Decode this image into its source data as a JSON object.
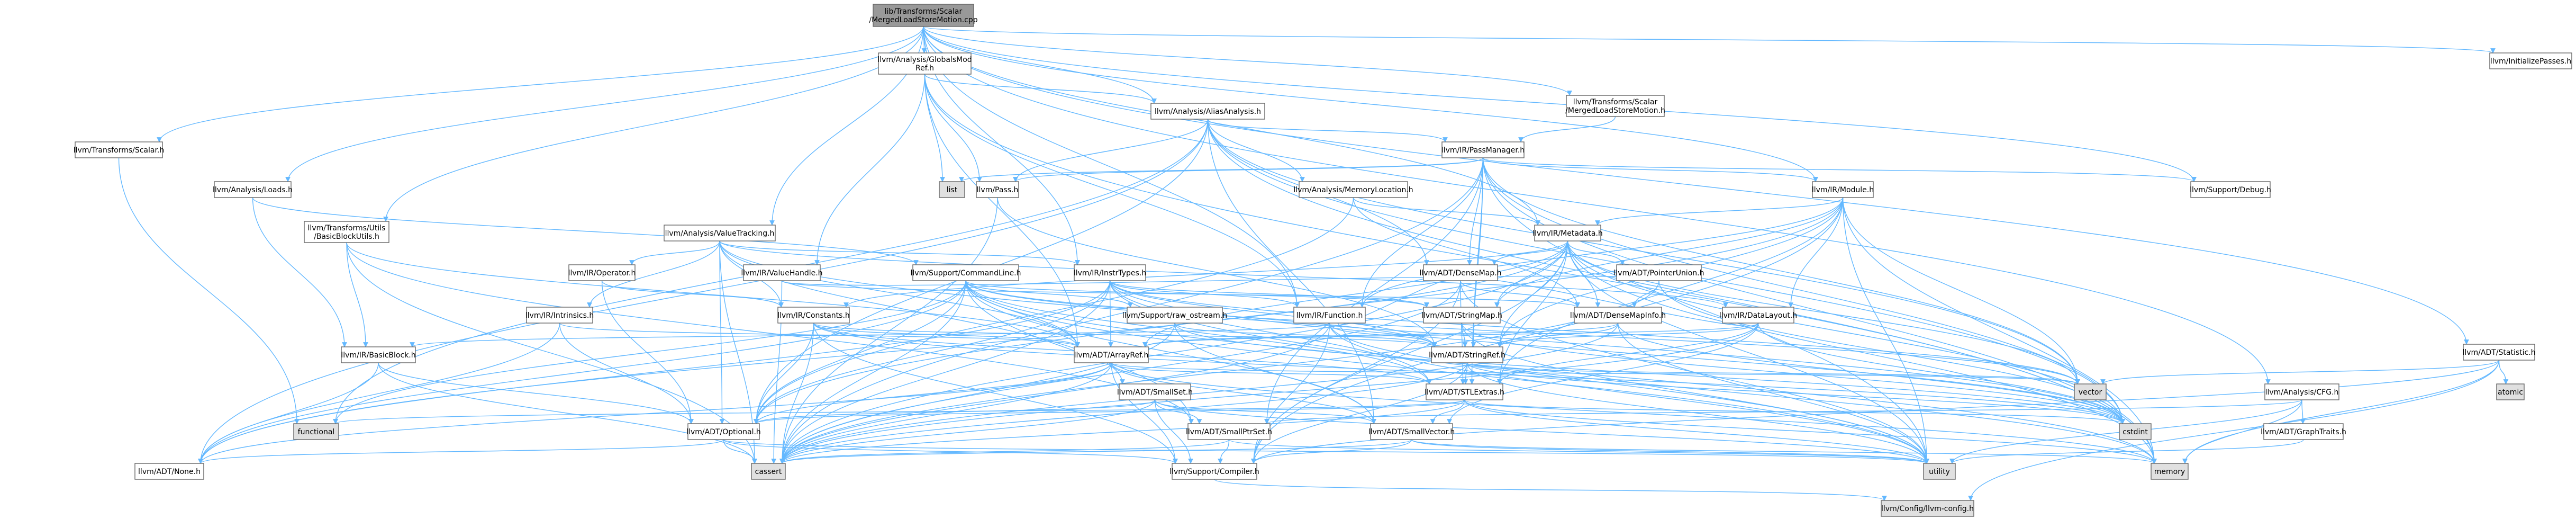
{
  "colors": {
    "edge": "#63b8ff",
    "node_fill": "#ffffff",
    "root_fill": "#999999",
    "external_fill": "#e0e0e0",
    "border": "#666666",
    "text_dark": "#000000",
    "text_red": "#ff0000"
  },
  "nodes": [
    {
      "id": "root",
      "lines": [
        "lib/Transforms/Scalar",
        "/MergedLoadStoreMotion.cpp"
      ],
      "kind": "root"
    },
    {
      "id": "globals_modref",
      "lines": [
        "llvm/Analysis/GlobalsMod",
        "Ref.h"
      ],
      "kind": "normal"
    },
    {
      "id": "initialize_passes",
      "lines": [
        "llvm/InitializePasses.h"
      ],
      "kind": "normal"
    },
    {
      "id": "alias_analysis",
      "lines": [
        "llvm/Analysis/AliasAnalysis.h"
      ],
      "kind": "normal"
    },
    {
      "id": "transforms_scalar_mlsm",
      "lines": [
        "llvm/Transforms/Scalar",
        "/MergedLoadStoreMotion.h"
      ],
      "kind": "normal"
    },
    {
      "id": "transforms_scalar",
      "lines": [
        "llvm/Transforms/Scalar.h"
      ],
      "kind": "red"
    },
    {
      "id": "pass_manager",
      "lines": [
        "llvm/IR/PassManager.h"
      ],
      "kind": "red"
    },
    {
      "id": "support_debug",
      "lines": [
        "llvm/Support/Debug.h"
      ],
      "kind": "normal"
    },
    {
      "id": "list",
      "lines": [
        "list"
      ],
      "kind": "external"
    },
    {
      "id": "pass",
      "lines": [
        "llvm/Pass.h"
      ],
      "kind": "red"
    },
    {
      "id": "memory_location",
      "lines": [
        "llvm/Analysis/MemoryLocation.h"
      ],
      "kind": "red"
    },
    {
      "id": "ir_module",
      "lines": [
        "llvm/IR/Module.h"
      ],
      "kind": "red"
    },
    {
      "id": "analysis_loads",
      "lines": [
        "llvm/Analysis/Loads.h"
      ],
      "kind": "normal"
    },
    {
      "id": "basic_block_utils",
      "lines": [
        "llvm/Transforms/Utils",
        "/BasicBlockUtils.h"
      ],
      "kind": "red"
    },
    {
      "id": "value_tracking",
      "lines": [
        "llvm/Analysis/ValueTracking.h"
      ],
      "kind": "normal"
    },
    {
      "id": "ir_metadata",
      "lines": [
        "llvm/IR/Metadata.h"
      ],
      "kind": "red"
    },
    {
      "id": "adt_statistic",
      "lines": [
        "llvm/ADT/Statistic.h"
      ],
      "kind": "normal"
    },
    {
      "id": "ir_operator",
      "lines": [
        "llvm/IR/Operator.h"
      ],
      "kind": "red"
    },
    {
      "id": "ir_value_handle",
      "lines": [
        "llvm/IR/ValueHandle.h"
      ],
      "kind": "red"
    },
    {
      "id": "command_line",
      "lines": [
        "llvm/Support/CommandLine.h"
      ],
      "kind": "red"
    },
    {
      "id": "ir_inst_types",
      "lines": [
        "llvm/IR/InstrTypes.h"
      ],
      "kind": "red"
    },
    {
      "id": "adt_dense_map",
      "lines": [
        "llvm/ADT/DenseMap.h"
      ],
      "kind": "red"
    },
    {
      "id": "adt_pointer_union",
      "lines": [
        "llvm/ADT/PointerUnion.h"
      ],
      "kind": "red"
    },
    {
      "id": "ir_intrinsics",
      "lines": [
        "llvm/IR/Intrinsics.h"
      ],
      "kind": "red"
    },
    {
      "id": "ir_constants",
      "lines": [
        "llvm/IR/Constants.h"
      ],
      "kind": "red"
    },
    {
      "id": "raw_ostream",
      "lines": [
        "llvm/Support/raw_ostream.h"
      ],
      "kind": "red"
    },
    {
      "id": "ir_function",
      "lines": [
        "llvm/IR/Function.h"
      ],
      "kind": "red"
    },
    {
      "id": "adt_string_map",
      "lines": [
        "llvm/ADT/StringMap.h"
      ],
      "kind": "red"
    },
    {
      "id": "adt_dense_map_info",
      "lines": [
        "llvm/ADT/DenseMapInfo.h"
      ],
      "kind": "red"
    },
    {
      "id": "ir_data_layout",
      "lines": [
        "llvm/IR/DataLayout.h"
      ],
      "kind": "red"
    },
    {
      "id": "analysis_cfg",
      "lines": [
        "llvm/Analysis/CFG.h"
      ],
      "kind": "normal"
    },
    {
      "id": "ir_basic_block",
      "lines": [
        "llvm/IR/BasicBlock.h"
      ],
      "kind": "red"
    },
    {
      "id": "adt_array_ref",
      "lines": [
        "llvm/ADT/ArrayRef.h"
      ],
      "kind": "red"
    },
    {
      "id": "adt_string_ref",
      "lines": [
        "llvm/ADT/StringRef.h"
      ],
      "kind": "red"
    },
    {
      "id": "vector",
      "lines": [
        "vector"
      ],
      "kind": "external"
    },
    {
      "id": "atomic",
      "lines": [
        "atomic"
      ],
      "kind": "external"
    },
    {
      "id": "adt_small_set",
      "lines": [
        "llvm/ADT/SmallSet.h"
      ],
      "kind": "red"
    },
    {
      "id": "adt_stl_extras",
      "lines": [
        "llvm/ADT/STLExtras.h"
      ],
      "kind": "red"
    },
    {
      "id": "cstdint",
      "lines": [
        "cstdint"
      ],
      "kind": "external"
    },
    {
      "id": "adt_graph_traits",
      "lines": [
        "llvm/ADT/GraphTraits.h"
      ],
      "kind": "red"
    },
    {
      "id": "functional",
      "lines": [
        "functional"
      ],
      "kind": "external"
    },
    {
      "id": "adt_optional",
      "lines": [
        "llvm/ADT/Optional.h"
      ],
      "kind": "red"
    },
    {
      "id": "adt_small_ptr_set",
      "lines": [
        "llvm/ADT/SmallPtrSet.h"
      ],
      "kind": "red"
    },
    {
      "id": "adt_small_vector",
      "lines": [
        "llvm/ADT/SmallVector.h"
      ],
      "kind": "red"
    },
    {
      "id": "utility",
      "lines": [
        "utility"
      ],
      "kind": "external"
    },
    {
      "id": "memory",
      "lines": [
        "memory"
      ],
      "kind": "external"
    },
    {
      "id": "adt_none",
      "lines": [
        "llvm/ADT/None.h"
      ],
      "kind": "normal"
    },
    {
      "id": "cassert",
      "lines": [
        "cassert"
      ],
      "kind": "external"
    },
    {
      "id": "support_compiler",
      "lines": [
        "llvm/Support/Compiler.h"
      ],
      "kind": "red"
    },
    {
      "id": "llvm_config",
      "lines": [
        "llvm/Config/llvm-config.h"
      ],
      "kind": "external"
    }
  ],
  "edges": [
    [
      "root",
      "globals_modref"
    ],
    [
      "root",
      "initialize_passes"
    ],
    [
      "root",
      "alias_analysis"
    ],
    [
      "root",
      "transforms_scalar_mlsm"
    ],
    [
      "root",
      "transforms_scalar"
    ],
    [
      "root",
      "support_debug"
    ],
    [
      "root",
      "ir_module"
    ],
    [
      "root",
      "analysis_loads"
    ],
    [
      "root",
      "basic_block_utils"
    ],
    [
      "root",
      "value_tracking"
    ],
    [
      "root",
      "ir_metadata"
    ],
    [
      "root",
      "adt_statistic"
    ],
    [
      "root",
      "analysis_cfg"
    ],
    [
      "root",
      "ir_function"
    ],
    [
      "root",
      "ir_inst_types"
    ],
    [
      "globals_modref",
      "alias_analysis"
    ],
    [
      "globals_modref",
      "pass"
    ],
    [
      "globals_modref",
      "list"
    ],
    [
      "globals_modref",
      "ir_value_handle"
    ],
    [
      "globals_modref",
      "ir_function"
    ],
    [
      "globals_modref",
      "adt_array_ref"
    ],
    [
      "globals_modref",
      "memory"
    ],
    [
      "alias_analysis",
      "pass_manager"
    ],
    [
      "alias_analysis",
      "memory_location"
    ],
    [
      "alias_analysis",
      "pass"
    ],
    [
      "alias_analysis",
      "adt_dense_map"
    ],
    [
      "alias_analysis",
      "functional"
    ],
    [
      "alias_analysis",
      "cstdint"
    ],
    [
      "alias_analysis",
      "memory"
    ],
    [
      "alias_analysis",
      "vector"
    ],
    [
      "alias_analysis",
      "adt_optional"
    ],
    [
      "alias_analysis",
      "adt_none"
    ],
    [
      "alias_analysis",
      "adt_small_vector"
    ],
    [
      "transforms_scalar_mlsm",
      "pass_manager"
    ],
    [
      "transforms_scalar",
      "functional"
    ],
    [
      "pass_manager",
      "pass"
    ],
    [
      "pass_manager",
      "list"
    ],
    [
      "pass_manager",
      "ir_module"
    ],
    [
      "pass_manager",
      "ir_function"
    ],
    [
      "pass_manager",
      "adt_dense_map"
    ],
    [
      "pass_manager",
      "adt_string_ref"
    ],
    [
      "pass_manager",
      "adt_small_ptr_set"
    ],
    [
      "pass_manager",
      "adt_stl_extras"
    ],
    [
      "pass_manager",
      "support_debug"
    ],
    [
      "pass_manager",
      "vector"
    ],
    [
      "pass_manager",
      "cassert"
    ],
    [
      "pass_manager",
      "memory"
    ],
    [
      "pass_manager",
      "utility"
    ],
    [
      "pass_manager",
      "cstdint"
    ],
    [
      "pass",
      "cassert"
    ],
    [
      "pass",
      "adt_string_ref"
    ],
    [
      "memory_location",
      "ir_metadata"
    ],
    [
      "memory_location",
      "adt_optional"
    ],
    [
      "memory_location",
      "adt_dense_map_info"
    ],
    [
      "ir_module",
      "ir_metadata"
    ],
    [
      "ir_module",
      "ir_function"
    ],
    [
      "ir_module",
      "adt_string_map"
    ],
    [
      "ir_module",
      "ir_data_layout"
    ],
    [
      "ir_module",
      "adt_string_ref"
    ],
    [
      "ir_module",
      "adt_stl_extras"
    ],
    [
      "ir_module",
      "adt_optional"
    ],
    [
      "ir_module",
      "cstddef_placeholder"
    ],
    [
      "ir_module",
      "vector"
    ],
    [
      "ir_module",
      "memory"
    ],
    [
      "ir_module",
      "utility"
    ],
    [
      "ir_module",
      "support_compiler"
    ],
    [
      "analysis_loads",
      "ir_basic_block"
    ],
    [
      "analysis_loads",
      "command_line"
    ],
    [
      "basic_block_utils",
      "ir_basic_block"
    ],
    [
      "basic_block_utils",
      "adt_array_ref"
    ],
    [
      "basic_block_utils",
      "ir_dominators_placeholder"
    ],
    [
      "basic_block_utils",
      "cassert"
    ],
    [
      "basic_block_utils",
      "adt_small_ptr_set"
    ],
    [
      "value_tracking",
      "ir_intrinsics"
    ],
    [
      "value_tracking",
      "ir_inst_types"
    ],
    [
      "value_tracking",
      "ir_data_layout"
    ],
    [
      "value_tracking",
      "adt_array_ref"
    ],
    [
      "value_tracking",
      "adt_optional"
    ],
    [
      "value_tracking",
      "adt_small_set"
    ],
    [
      "value_tracking",
      "cstdint"
    ],
    [
      "value_tracking",
      "cassert"
    ],
    [
      "value_tracking",
      "ir_operator"
    ],
    [
      "value_tracking",
      "ir_constants"
    ],
    [
      "ir_metadata",
      "adt_dense_map"
    ],
    [
      "ir_metadata",
      "adt_pointer_union"
    ],
    [
      "ir_metadata",
      "adt_array_ref"
    ],
    [
      "ir_metadata",
      "adt_string_map"
    ],
    [
      "ir_metadata",
      "adt_string_ref"
    ],
    [
      "ir_metadata",
      "ir_constants"
    ],
    [
      "ir_metadata",
      "adt_stl_extras"
    ],
    [
      "ir_metadata",
      "adt_none"
    ],
    [
      "ir_metadata",
      "cassert"
    ],
    [
      "ir_metadata",
      "cstdint"
    ],
    [
      "ir_metadata",
      "memory"
    ],
    [
      "ir_metadata",
      "utility"
    ],
    [
      "ir_metadata",
      "vector"
    ],
    [
      "ir_metadata",
      "adt_dense_map_info"
    ],
    [
      "ir_metadata",
      "support_compiler"
    ],
    [
      "adt_statistic",
      "atomic"
    ],
    [
      "adt_statistic",
      "memory"
    ],
    [
      "adt_statistic",
      "vector"
    ],
    [
      "adt_statistic",
      "support_compiler"
    ],
    [
      "adt_statistic",
      "llvm_config"
    ],
    [
      "ir_operator",
      "ir_constants"
    ],
    [
      "ir_operator",
      "adt_optional"
    ],
    [
      "ir_operator",
      "cstddef_placeholder"
    ],
    [
      "ir_value_handle",
      "adt_dense_map_info"
    ],
    [
      "ir_value_handle",
      "adt_pointer_union"
    ],
    [
      "ir_value_handle",
      "cassert"
    ],
    [
      "command_line",
      "adt_array_ref"
    ],
    [
      "command_line",
      "adt_small_ptr_set"
    ],
    [
      "command_line",
      "adt_small_vector"
    ],
    [
      "command_line",
      "adt_stl_extras"
    ],
    [
      "command_line",
      "adt_string_map"
    ],
    [
      "command_line",
      "adt_string_ref"
    ],
    [
      "command_line",
      "raw_ostream"
    ],
    [
      "command_line",
      "cassert"
    ],
    [
      "command_line",
      "functional"
    ],
    [
      "command_line",
      "memory"
    ],
    [
      "command_line",
      "vector"
    ],
    [
      "command_line",
      "utility"
    ],
    [
      "command_line",
      "adt_none"
    ],
    [
      "command_line",
      "adt_optional"
    ],
    [
      "ir_inst_types",
      "adt_array_ref"
    ],
    [
      "ir_inst_types",
      "adt_none"
    ],
    [
      "ir_inst_types",
      "adt_optional"
    ],
    [
      "ir_inst_types",
      "adt_stl_extras"
    ],
    [
      "ir_inst_types",
      "adt_string_map"
    ],
    [
      "ir_inst_types",
      "adt_string_ref"
    ],
    [
      "ir_inst_types",
      "cassert"
    ],
    [
      "ir_inst_types",
      "cstdint"
    ],
    [
      "ir_inst_types",
      "ir_function"
    ],
    [
      "ir_inst_types",
      "vector"
    ],
    [
      "ir_inst_types",
      "utility"
    ],
    [
      "adt_dense_map",
      "adt_dense_map_info"
    ],
    [
      "adt_dense_map",
      "support_compiler"
    ],
    [
      "adt_dense_map",
      "cassert"
    ],
    [
      "adt_dense_map",
      "utility"
    ],
    [
      "adt_dense_map",
      "adt_stl_extras"
    ],
    [
      "adt_pointer_union",
      "adt_dense_map_info"
    ],
    [
      "adt_pointer_union",
      "cassert"
    ],
    [
      "adt_pointer_union",
      "cstdint"
    ],
    [
      "ir_intrinsics",
      "adt_array_ref"
    ],
    [
      "ir_intrinsics",
      "adt_optional"
    ],
    [
      "ir_intrinsics",
      "adt_none"
    ],
    [
      "ir_constants",
      "adt_array_ref"
    ],
    [
      "ir_constants",
      "adt_optional"
    ],
    [
      "ir_constants",
      "adt_stl_extras"
    ],
    [
      "ir_constants",
      "cassert"
    ],
    [
      "ir_constants",
      "cstdint"
    ],
    [
      "ir_constants",
      "adt_string_ref"
    ],
    [
      "ir_constants",
      "support_compiler"
    ],
    [
      "raw_ostream",
      "adt_string_ref"
    ],
    [
      "raw_ostream",
      "cassert"
    ],
    [
      "raw_ostream",
      "cstdint"
    ],
    [
      "raw_ostream",
      "adt_small_vector"
    ],
    [
      "ir_function",
      "ir_basic_block"
    ],
    [
      "ir_function",
      "adt_string_ref"
    ],
    [
      "ir_function",
      "adt_dense_map"
    ],
    [
      "ir_function",
      "cassert"
    ],
    [
      "ir_function",
      "memory"
    ],
    [
      "ir_function",
      "support_compiler"
    ],
    [
      "ir_function",
      "utility"
    ],
    [
      "adt_string_map",
      "adt_string_ref"
    ],
    [
      "adt_string_map",
      "cstdint"
    ],
    [
      "adt_string_map",
      "utility"
    ],
    [
      "adt_dense_map_info",
      "adt_string_ref"
    ],
    [
      "adt_dense_map_info",
      "adt_array_ref"
    ],
    [
      "adt_dense_map_info",
      "cassert"
    ],
    [
      "adt_dense_map_info",
      "utility"
    ],
    [
      "adt_dense_map_info",
      "cstdint"
    ],
    [
      "ir_data_layout",
      "adt_array_ref"
    ],
    [
      "ir_data_layout",
      "adt_string_ref"
    ],
    [
      "ir_data_layout",
      "adt_small_vector"
    ],
    [
      "ir_data_layout",
      "cassert"
    ],
    [
      "ir_data_layout",
      "cstdint"
    ],
    [
      "ir_data_layout",
      "adt_stl_extras"
    ],
    [
      "ir_data_layout",
      "adt_dense_map"
    ],
    [
      "analysis_cfg",
      "adt_graph_traits"
    ],
    [
      "analysis_cfg",
      "adt_small_ptr_set"
    ],
    [
      "analysis_cfg",
      "utility"
    ],
    [
      "analysis_cfg",
      "memory"
    ],
    [
      "ir_basic_block",
      "adt_optional"
    ],
    [
      "ir_basic_block",
      "cassert"
    ],
    [
      "ir_basic_block",
      "adt_none"
    ],
    [
      "adt_array_ref",
      "adt_small_vector"
    ],
    [
      "adt_array_ref",
      "adt_stl_extras"
    ],
    [
      "adt_array_ref",
      "adt_none"
    ],
    [
      "adt_array_ref",
      "adt_optional"
    ],
    [
      "adt_array_ref",
      "cassert"
    ],
    [
      "adt_array_ref",
      "memory"
    ],
    [
      "adt_array_ref",
      "vector"
    ],
    [
      "adt_array_ref",
      "support_compiler"
    ],
    [
      "adt_string_ref",
      "adt_stl_extras"
    ],
    [
      "adt_string_ref",
      "cassert"
    ],
    [
      "adt_string_ref",
      "support_compiler"
    ],
    [
      "adt_string_ref",
      "utility"
    ],
    [
      "adt_string_ref",
      "cstdint"
    ],
    [
      "adt_string_ref",
      "vector"
    ],
    [
      "adt_small_set",
      "adt_small_ptr_set"
    ],
    [
      "adt_small_set",
      "adt_small_vector"
    ],
    [
      "adt_small_set",
      "adt_optional"
    ],
    [
      "adt_small_set",
      "cassert"
    ],
    [
      "adt_small_set",
      "utility"
    ],
    [
      "adt_small_set",
      "support_compiler"
    ],
    [
      "adt_stl_extras",
      "adt_optional"
    ],
    [
      "adt_stl_extras",
      "functional"
    ],
    [
      "adt_stl_extras",
      "cstdint"
    ],
    [
      "adt_stl_extras",
      "memory"
    ],
    [
      "adt_stl_extras",
      "utility"
    ],
    [
      "adt_stl_extras",
      "cassert"
    ],
    [
      "adt_stl_extras",
      "adt_small_vector"
    ],
    [
      "adt_optional",
      "adt_none"
    ],
    [
      "adt_optional",
      "cassert"
    ],
    [
      "adt_optional",
      "support_compiler"
    ],
    [
      "adt_optional",
      "utility"
    ],
    [
      "adt_small_ptr_set",
      "cassert"
    ],
    [
      "adt_small_ptr_set",
      "support_compiler"
    ],
    [
      "adt_small_ptr_set",
      "utility"
    ],
    [
      "adt_small_vector",
      "cassert"
    ],
    [
      "adt_small_vector",
      "support_compiler"
    ],
    [
      "adt_small_vector",
      "memory"
    ],
    [
      "adt_small_vector",
      "utility"
    ],
    [
      "support_compiler",
      "llvm_config"
    ],
    [
      "adt_graph_traits",
      "utility"
    ]
  ]
}
